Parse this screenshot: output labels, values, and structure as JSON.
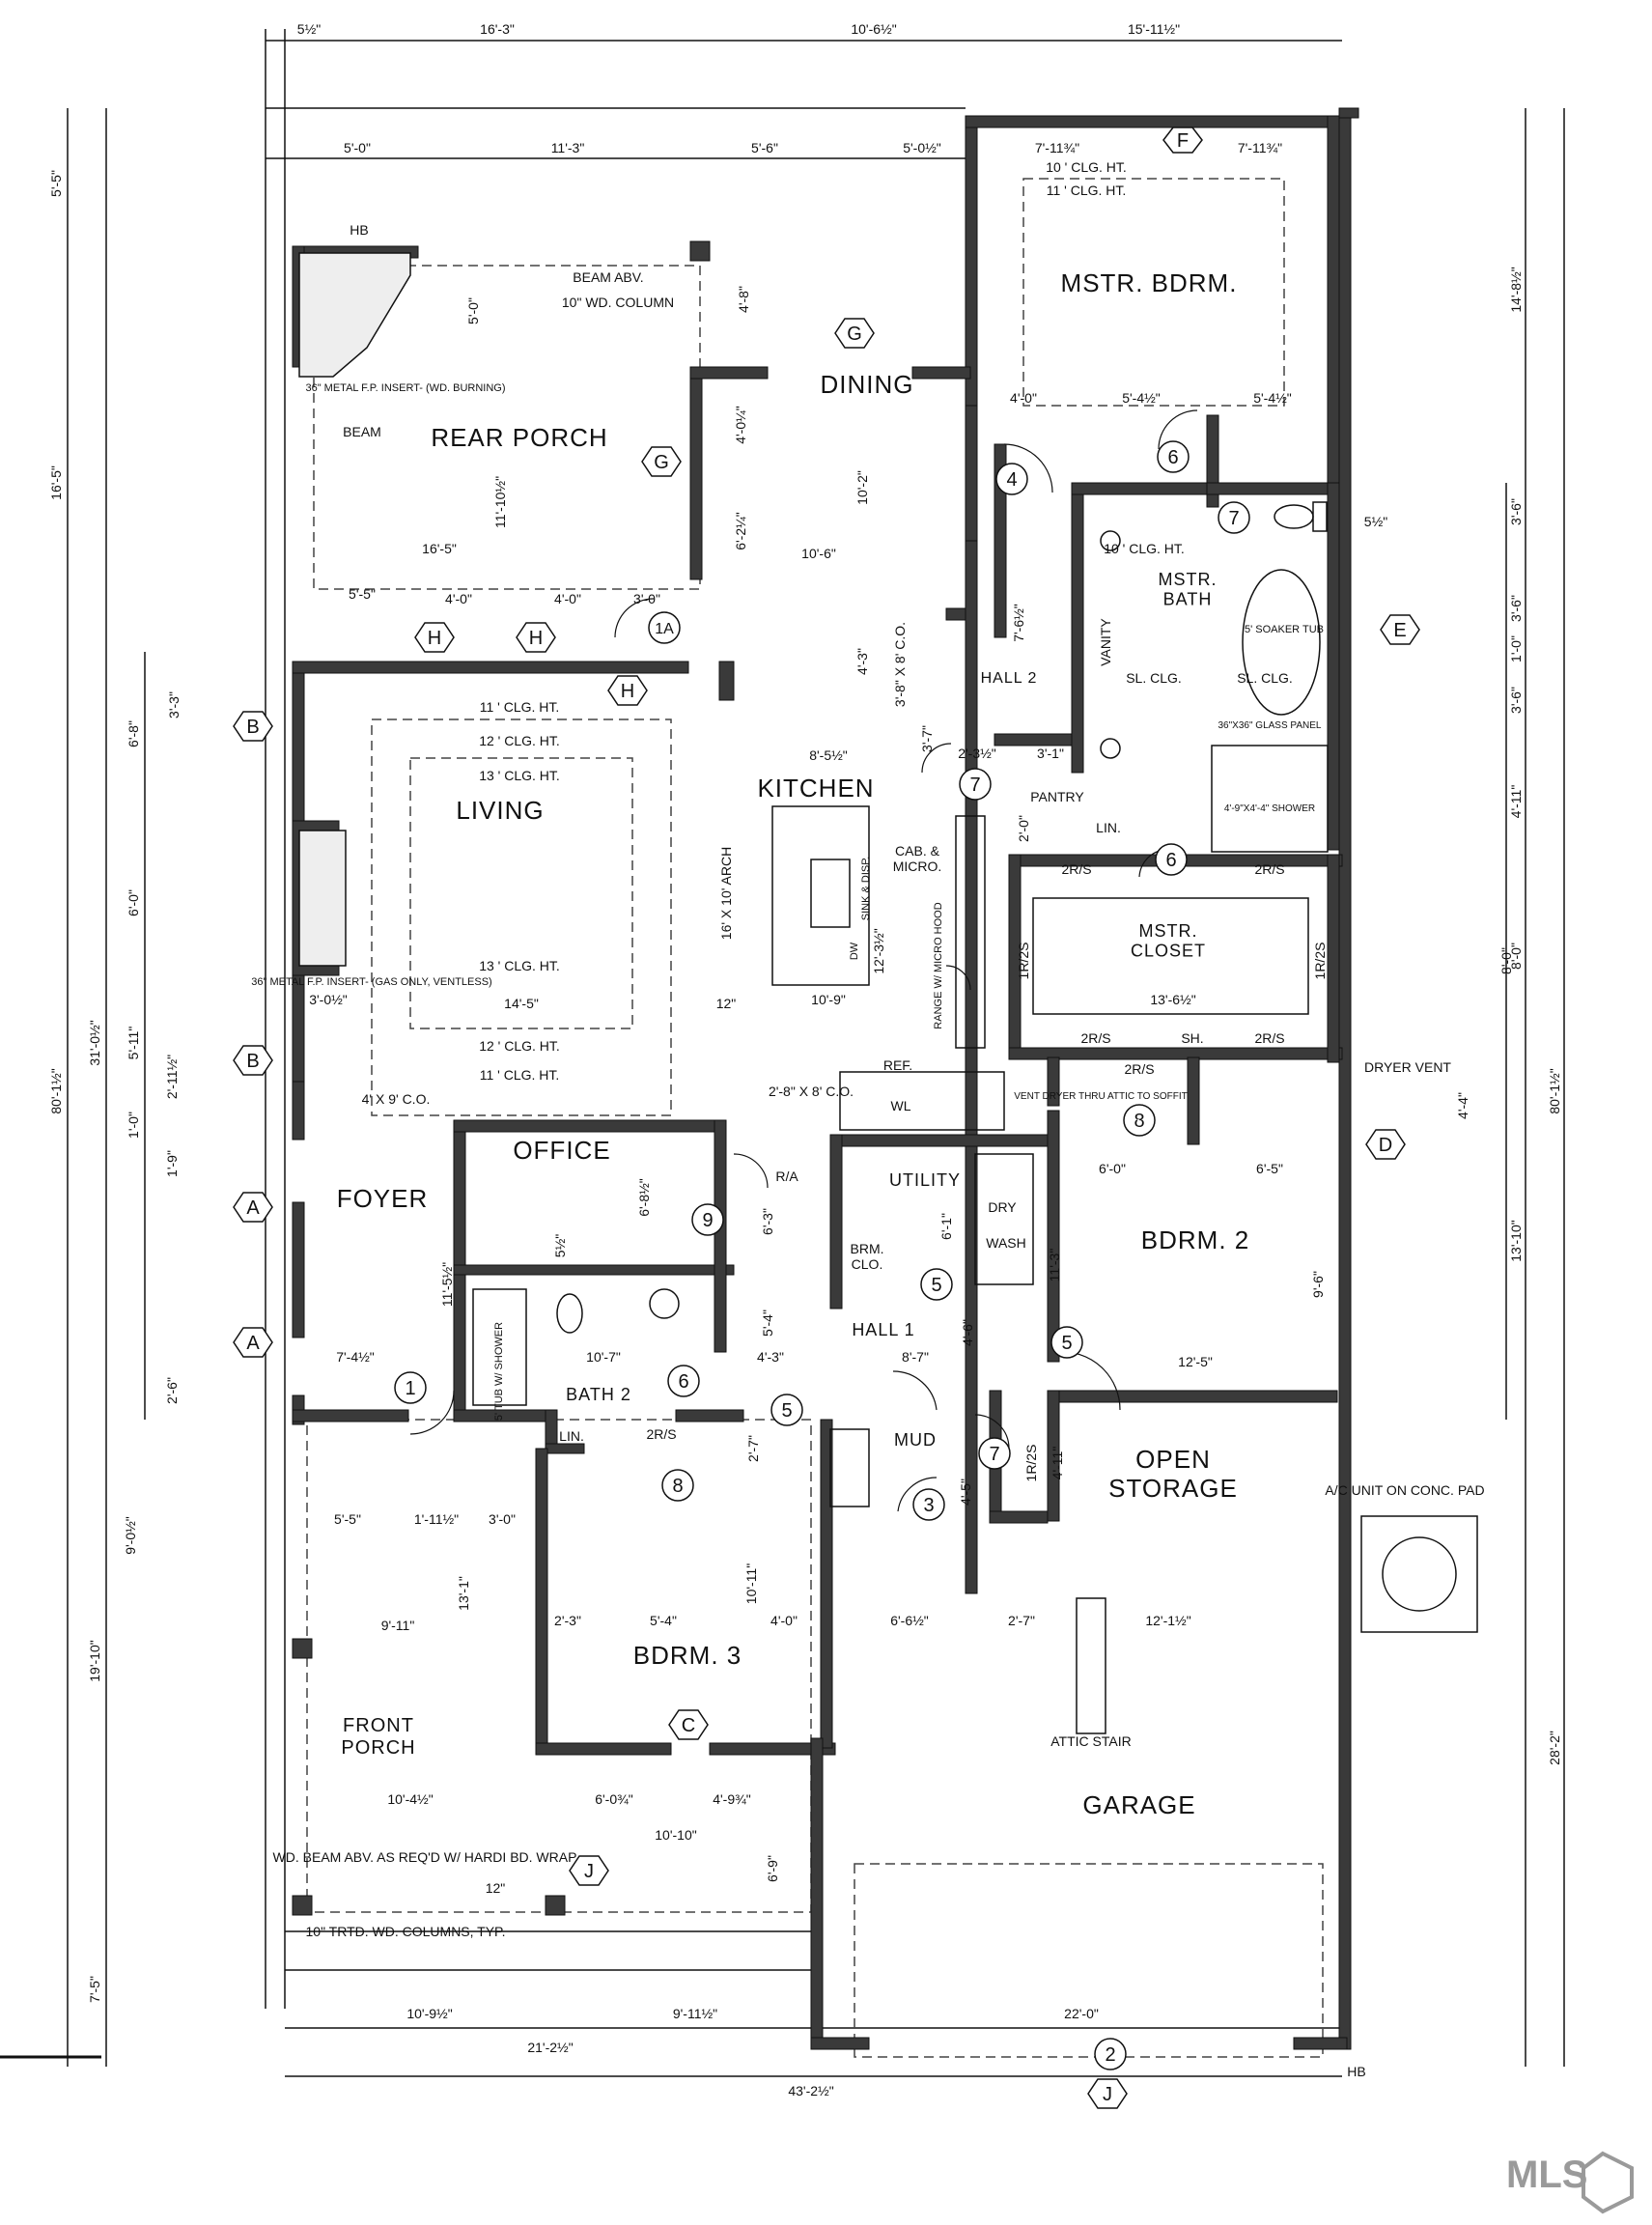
{
  "rooms": {
    "mstr_bdrm": "MSTR. BDRM.",
    "dining": "DINING",
    "rear_porch": "REAR PORCH",
    "mstr_bath": "MSTR.\nBATH",
    "hall2": "HALL 2",
    "kitchen": "KITCHEN",
    "pantry": "PANTRY",
    "lin": "LIN.",
    "living": "LIVING",
    "mstr_closet": "MSTR.\nCLOSET",
    "office": "OFFICE",
    "foyer": "FOYER",
    "utility": "UTILITY",
    "bdrm2": "BDRM. 2",
    "hall1": "HALL 1",
    "bath2": "BATH 2",
    "lin2": "LIN.",
    "mud": "MUD",
    "open_storage": "OPEN\nSTORAGE",
    "bdrm3": "BDRM. 3",
    "front_porch": "FRONT\nPORCH",
    "garage": "GARAGE",
    "brm_clo": "BRM.\nCLO."
  },
  "notes": {
    "beam_abv": "BEAM ABV.",
    "wd_column": "10\" WD. COLUMN",
    "beam": "BEAM",
    "hb_top": "HB",
    "metal_fp_rear": "36\" METAL F.P. INSERT- (WD. BURNING)",
    "metal_fp_living": "36\" METAL F.P. INSERT- (GAS ONLY, VENTLESS)",
    "soaker_tub": "5' SOAKER TUB",
    "glass_panel": "36\"X36\" GLASS PANEL",
    "shower": "4'-9\"X4'-4\" SHOWER",
    "vanity": "VANITY",
    "sl_clg_1": "SL. CLG.",
    "sl_clg_2": "SL. CLG.",
    "clg_11_a": "11 ' CLG. HT.",
    "clg_12_a": "12 ' CLG. HT.",
    "clg_13_a": "13 ' CLG. HT.",
    "clg_13_b": "13 ' CLG. HT.",
    "clg_12_b": "12 ' CLG. HT.",
    "clg_11_b": "11 ' CLG. HT.",
    "mstr_clg_10": "10 ' CLG. HT.",
    "mstr_clg_11": "11 ' CLG. HT.",
    "bath_clg_10": "10 ' CLG. HT.",
    "cab_micro": "CAB. &\nMICRO.",
    "sink_disp": "SINK & DISP.",
    "dw": "DW",
    "range": "RANGE W/ MICRO HOOD",
    "ref": "REF.",
    "wl": "WL",
    "arch": "16' X 10' ARCH",
    "co_kitchen": "3'-8\" X 8' C.O.",
    "co_foyer": "4' X 9' C.O.",
    "co_hall": "2'-8\" X 8' C.O.",
    "ra": "R/A",
    "dry": "DRY",
    "wash": "WASH",
    "dryer_vent": "DRYER VENT",
    "vent_dryer": "VENT DRYER THRU ATTIC TO SOFFIT",
    "tub_shower": "5' TUB W/ SHOWER",
    "rs_closet_l": "2R/S",
    "rs_closet_r": "2R/S",
    "rs_closet_bl": "2R/S",
    "rs_closet_br": "2R/S",
    "rs_side_l": "1R/2S",
    "rs_side_r": "1R/2S",
    "sh": "SH.",
    "rs_bdrm2": "2R/S",
    "rs_bdrm3": "2R/S",
    "rs_mud": "1R/2S",
    "ac_unit": "A/C UNIT ON CONC. PAD",
    "attic_stair": "ATTIC STAIR",
    "wd_beam": "WD. BEAM ABV. AS REQ'D W/ HARDI BD. WRAP",
    "columns": "10\" TRTD. WD. COLUMNS, TYP.",
    "hb_bottom": "HB"
  },
  "tags": [
    "F",
    "G",
    "G",
    "H",
    "H",
    "H",
    "B",
    "B",
    "A",
    "A",
    "E",
    "D",
    "C",
    "J",
    "J"
  ],
  "door_tags": [
    "1",
    "1A",
    "2",
    "3",
    "4",
    "5",
    "5",
    "5",
    "6",
    "6",
    "6",
    "6",
    "7",
    "7",
    "7",
    "8",
    "8",
    "8",
    "9"
  ],
  "dims": {
    "top_1": "5½\"",
    "top_2": "16'-3\"",
    "top_3": "10'-6½\"",
    "top_4": "15'-11½\"",
    "r2_1": "5'-0\"",
    "r2_2": "11'-3\"",
    "r2_3": "5'-6\"",
    "r2_4": "5'-0½\"",
    "mb_1": "7'-11¾\"",
    "mb_2": "7'-11¾\"",
    "rp_w": "16'-5\"",
    "rp_h": "11'-10½\"",
    "rp_h2": "5'-0\"",
    "d_w": "10'-6\"",
    "d_h": "10'-2\"",
    "d_h2": "4'-8\"",
    "d_h3": "4'-0¼\"",
    "d_h4": "6'-2¼\"",
    "k_1": "4'-3\"",
    "k_2": "8'-5½\"",
    "k_3": "3'-7\"",
    "k_4": "10'-9\"",
    "k_5": "12'-3½\"",
    "mb_3": "4'-0\"",
    "mb_4": "5'-4½\"",
    "mb_5": "5'-4½\"",
    "h2_1": "2'-3½\"",
    "h2_2": "7'-6½\"",
    "h2_3": "3'-1\"",
    "h2_4": "2'-0\"",
    "win_1": "5'-5\"",
    "win_2": "4'-0\"",
    "win_3": "4'-0\"",
    "win_4": "3'-0\"",
    "lv_w": "14'-5\"",
    "lv_1": "3'-0½\"",
    "lv_2": "12\"",
    "cl_w": "13'-6½\"",
    "cl_h": "8'-0\"",
    "of_1": "6'-8½\"",
    "of_2": "6'-3\"",
    "of_3": "10'-7\"",
    "of_4": "5½\"",
    "h1_1": "4'-3\"",
    "h1_2": "8'-7\"",
    "h1_3": "4'-6\"",
    "h1_4": "5'-4\"",
    "h1_5": "6'-1\"",
    "b2_1": "6'-0\"",
    "b2_2": "6'-5\"",
    "b2_3": "12'-5\"",
    "b2_4": "11'-3\"",
    "b2_5": "9'-6\"",
    "fy_1": "7'-4½\"",
    "fy_2": "11'-5½\"",
    "fp_1": "5'-5\"",
    "fp_2": "1'-11½\"",
    "fp_3": "3'-0\"",
    "fp_4": "9'-11\"",
    "fp_5": "10'-4½\"",
    "fp_6": "10'-9½\"",
    "fp_7": "9'-11½\"",
    "fp_8": "21'-2½\"",
    "fp_9": "6'-0¾\"",
    "fp_10": "4'-9¾\"",
    "fp_11": "10'-10\"",
    "fp_12": "13'-1\"",
    "fp_13": "12\"",
    "b3_1": "2'-3\"",
    "b3_2": "5'-4\"",
    "b3_3": "4'-0\"",
    "b3_4": "10'-11\"",
    "b3_5": "2'-7\"",
    "g_1": "6'-6½\"",
    "g_2": "2'-7\"",
    "g_3": "12'-1½\"",
    "g_4": "22'-0\"",
    "g_5": "6'-9\"",
    "g_6": "4'-11\"",
    "g_7": "4'-5\"",
    "total_w": "43'-2½\"",
    "left_1": "5'-5\"",
    "left_2": "16'-5\"",
    "left_3": "31'-0½\"",
    "left_4": "80'-1½\"",
    "left_5": "9'-0½\"",
    "left_6": "19'-10\"",
    "left_7": "7'-5\"",
    "left_8": "6'-8\"",
    "left_9": "3'-3\"",
    "left_10": "6'-0\"",
    "left_11": "5'-11\"",
    "left_12": "2'-11½\"",
    "left_13": "1'-0\"",
    "left_14": "1'-9\"",
    "left_15": "2'-6\"",
    "right_1": "14'-8½\"",
    "right_2": "80'-1½\"",
    "right_3": "3'-6\"",
    "right_4": "3'-6\"",
    "right_5": "1'-0\"",
    "right_6": "3'-6\"",
    "right_7": "4'-11\"",
    "right_8": "8'-0\"",
    "right_9": "4'-4\"",
    "right_10": "13'-10\"",
    "right_11": "28'-2\"",
    "right_12": "5½\""
  },
  "watermark": "MLS"
}
